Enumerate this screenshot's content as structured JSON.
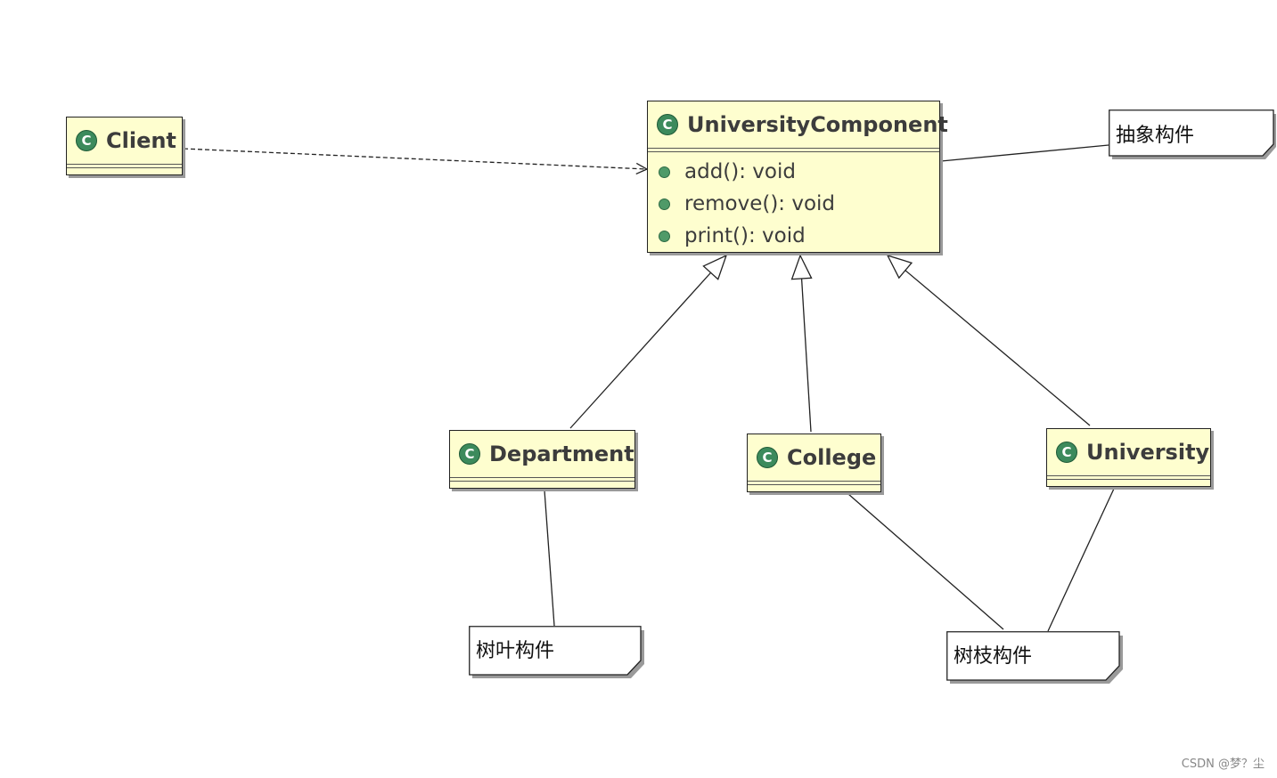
{
  "classes": {
    "client": {
      "name": "Client",
      "icon": "class-c-icon"
    },
    "university_component": {
      "name": "UniversityComponent",
      "icon": "class-c-icon",
      "operations": [
        "add(): void",
        "remove(): void",
        "print(): void"
      ]
    },
    "department": {
      "name": "Department",
      "icon": "class-c-icon"
    },
    "college": {
      "name": "College",
      "icon": "class-c-icon"
    },
    "university": {
      "name": "University",
      "icon": "class-c-icon"
    }
  },
  "icon_letter": "C",
  "notes": {
    "abstract": "抽象构件",
    "leaf": "树叶构件",
    "branch": "树枝构件"
  },
  "watermark": "CSDN @梦？尘",
  "colors": {
    "class_fill": "#fefecf",
    "icon_green": "#3c8a5c"
  }
}
